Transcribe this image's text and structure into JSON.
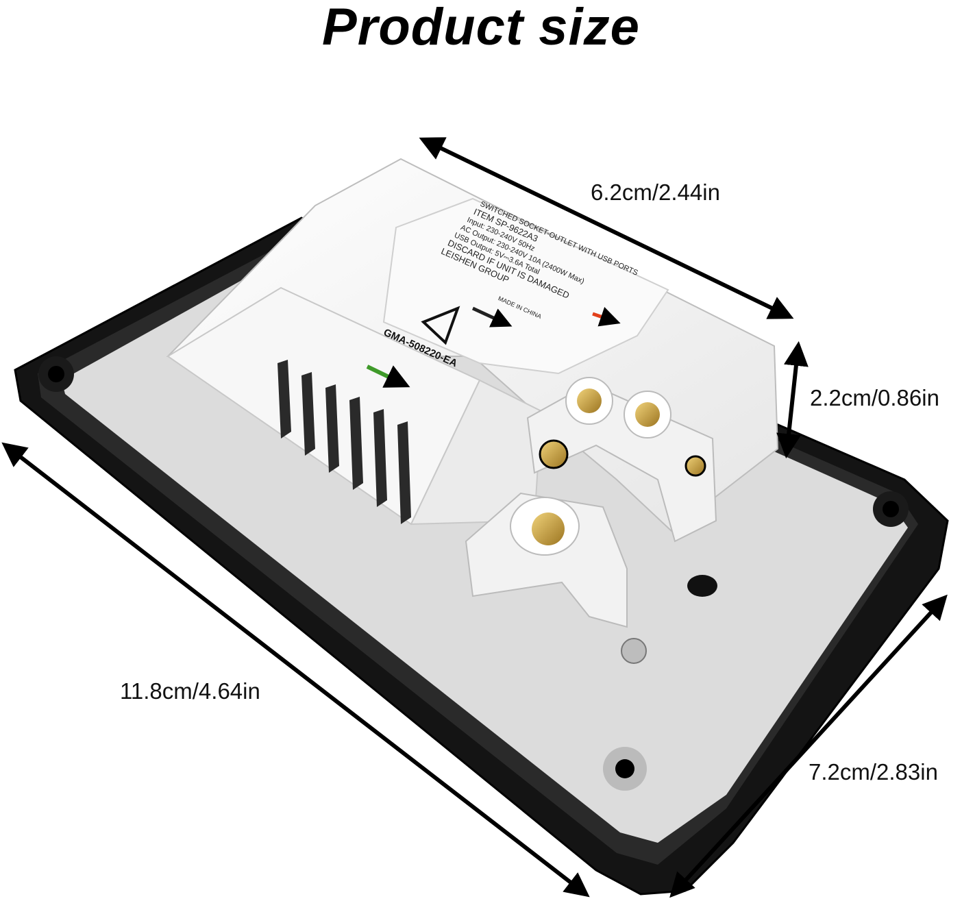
{
  "title": "Product size",
  "dimensions": {
    "depth_top": "6.2cm/2.44in",
    "height": "2.2cm/0.86in",
    "length": "11.8cm/4.64in",
    "width": "7.2cm/2.83in"
  },
  "label": {
    "lines": [
      "SWITCHED SOCKET-OUTLET WITH USB PORTS",
      "ITEM SP-9622A3",
      "Input: 230-240V 50Hz",
      "AC Output: 230-240V 10A (2400W Max)",
      "USB Output: 5V⎓3.6A Total",
      "DISCARD IF UNIT IS DAMAGED",
      "LEISHEN GROUP"
    ],
    "made_in": "MADE IN CHINA",
    "cert": "GMA-508220-EA"
  },
  "colors": {
    "plate_black": "#141414",
    "housing_white": "#f4f4f4",
    "brass": "#c9a040",
    "arrow_red": "#e2401b",
    "arrow_green": "#3f9a2a"
  }
}
